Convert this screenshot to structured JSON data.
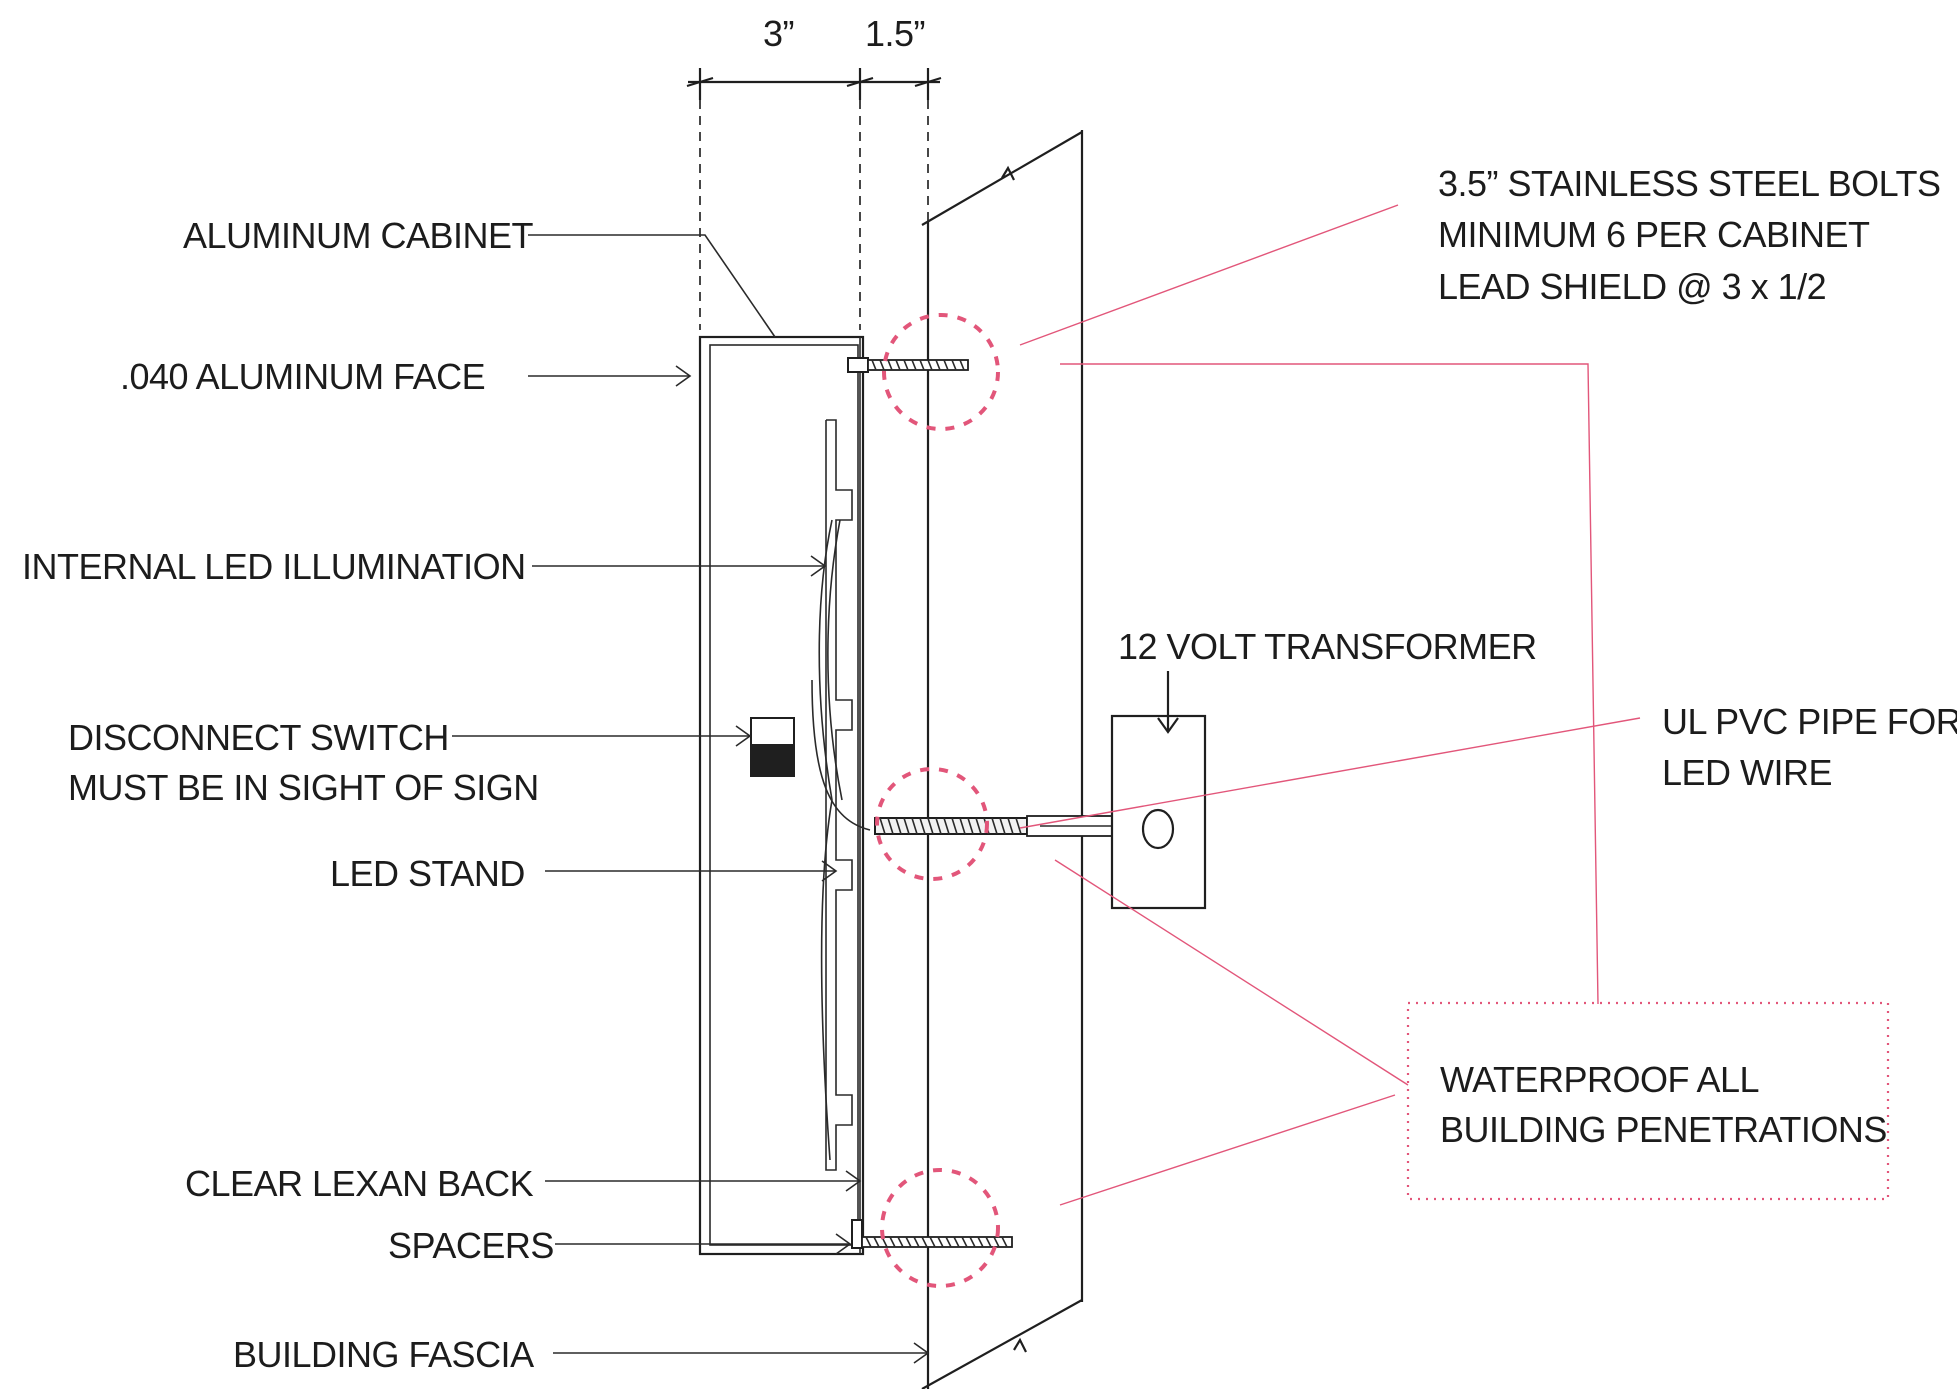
{
  "accent_color": "#e2567a",
  "dimensions": {
    "left": "3”",
    "right": "1.5”"
  },
  "left_labels": {
    "aluminum_cabinet": "ALUMINUM CABINET",
    "aluminum_face": ".040 ALUMINUM FACE",
    "internal_led": "INTERNAL LED  ILLUMINATION",
    "disconnect_switch_line1": "DISCONNECT SWITCH",
    "disconnect_switch_line2": "MUST BE IN SIGHT OF SIGN",
    "led_stand": "LED STAND",
    "clear_lexan_back": "CLEAR LEXAN BACK",
    "spacers": "SPACERS",
    "building_fascia": "BUILDING FASCIA"
  },
  "right_labels": {
    "bolts_line1": "3.5” STAINLESS STEEL BOLTS",
    "bolts_line2": "MINIMUM 6 PER CABINET",
    "bolts_line3": "LEAD SHIELD @ 3 x 1/2",
    "transformer": "12 VOLT TRANSFORMER",
    "pvc_line1": "UL PVC PIPE FOR",
    "pvc_line2": "LED WIRE",
    "waterproof_line1": "WATERPROOF ALL",
    "waterproof_line2": "BUILDING PENETRATIONS"
  }
}
